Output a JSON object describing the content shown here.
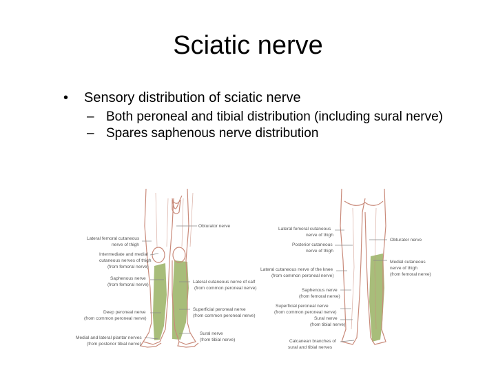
{
  "slide": {
    "title": "Sciatic nerve",
    "bullet": "Sensory distribution of sciatic nerve",
    "bullet_marker": "•",
    "sub_marker": "–",
    "sub_bullets": [
      "Both peroneal and tibial distribution (including sural nerve)",
      "Spares saphenous nerve distribution"
    ]
  },
  "figure": {
    "shading_color": "#a8bd7a",
    "outline_color": "#c98a7a",
    "front_labels": {
      "obturator": "Obturator nerve",
      "lat_fem_1": "Lateral femoral cutaneous",
      "lat_fem_2": "nerve of thigh",
      "inter_1": "Intermediate and medial",
      "inter_2": "cutaneous nerves of thigh",
      "inter_3": "(from femoral nerve)",
      "saph_1": "Saphenous nerve",
      "saph_2": "(from femoral nerve)",
      "latcalf_1": "Lateral cutaneous nerve of calf",
      "latcalf_2": "(from common peroneal nerve)",
      "supper_1": "Superficial peroneal nerve",
      "supper_2": "(from common peroneal nerve)",
      "deepper_1": "Deep peroneal nerve",
      "deepper_2": "(from common peroneal nerve)",
      "sural_1": "Sural nerve",
      "sural_2": "(from tibial nerve)",
      "plantar_1": "Medial and lateral plantar nerves",
      "plantar_2": "(from posterior tibial nerve)"
    },
    "back_labels": {
      "latfem_1": "Lateral femoral cutaneous",
      "latfem_2": "nerve of thigh",
      "postcut_1": "Posterior cutaneous",
      "postcut_2": "nerve of thigh",
      "obturator": "Obturator nerve",
      "medcut_1": "Medial cutaneous",
      "medcut_2": "nerve of thigh",
      "medcut_3": "(from femoral nerve)",
      "latknee_1": "Lateral cutaneous nerve of the knee",
      "latknee_2": "(from common peroneal nerve)",
      "saph_1": "Saphenous nerve",
      "saph_2": "(from femoral nerve)",
      "supper_1": "Superficial peroneal nerve",
      "supper_2": "(from common peroneal nerve)",
      "sural_1": "Sural nerve",
      "sural_2": "(from tibial nerve)",
      "calc_1": "Calcanean branches of",
      "calc_2": "sural and tibial nerves"
    }
  }
}
